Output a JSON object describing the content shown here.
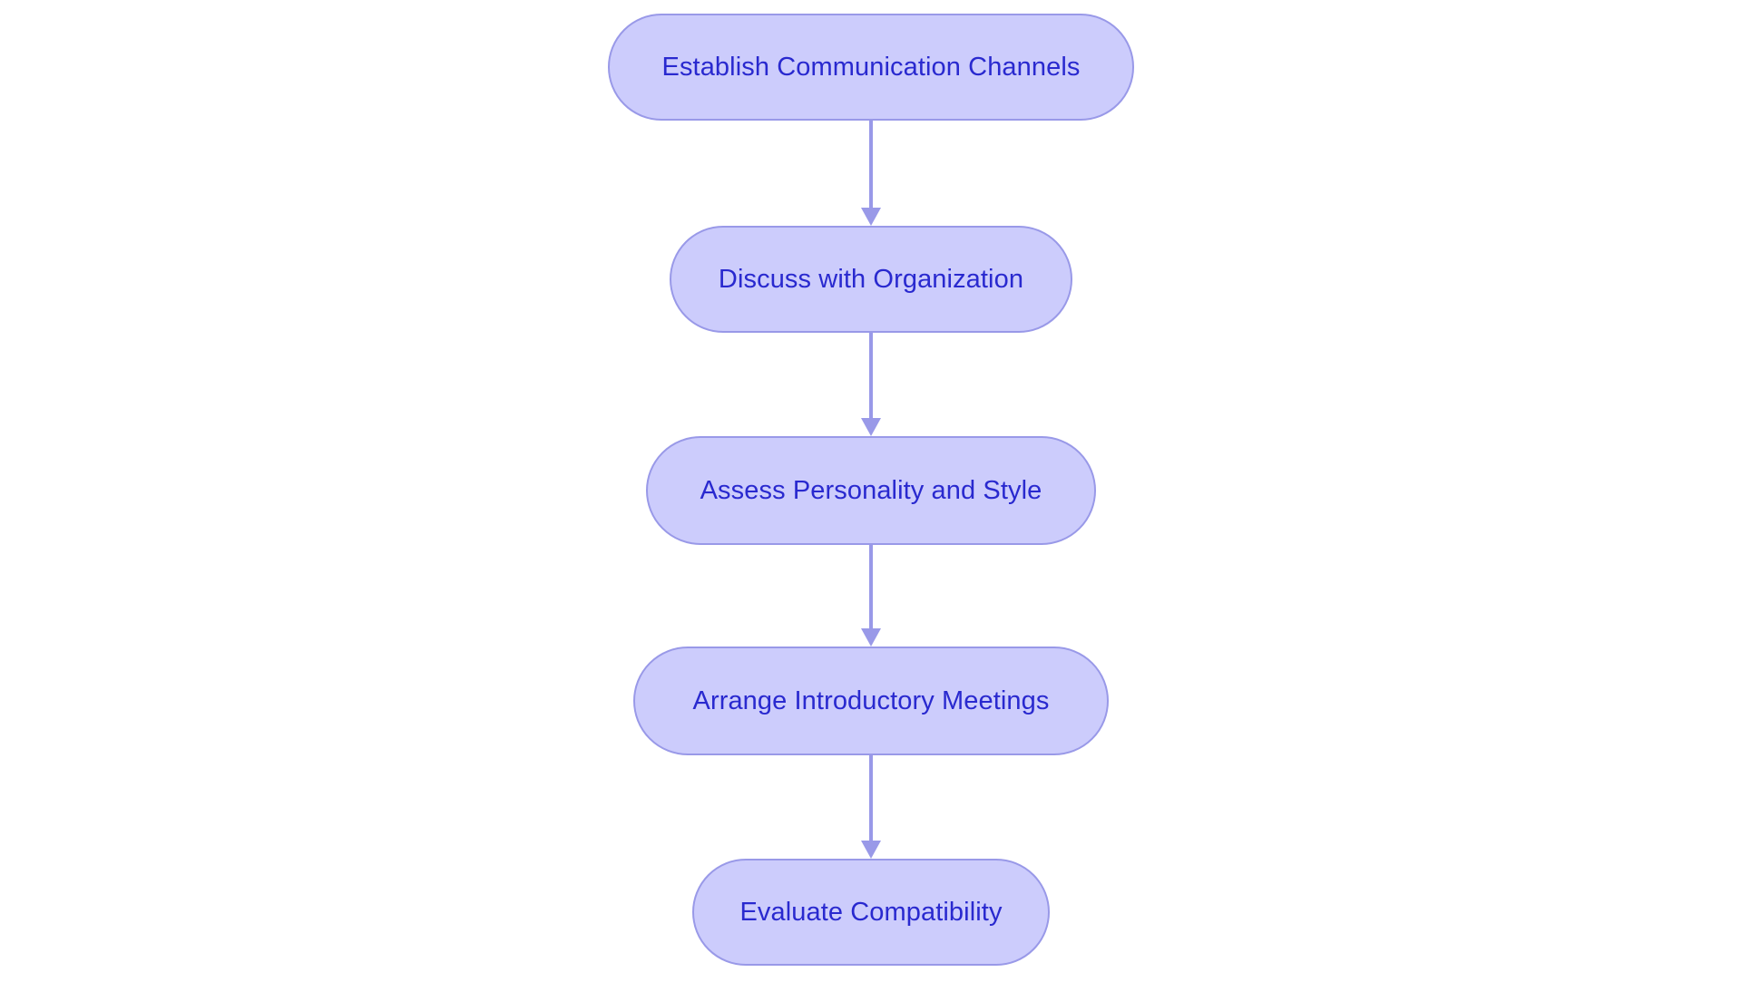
{
  "diagram": {
    "type": "flowchart",
    "orientation": "top-to-bottom",
    "title": "",
    "background_color": "#ffffff",
    "node_fill_color": "#ccccfc",
    "node_border_color": "#9999e8",
    "node_text_color": "#2929cf",
    "connector_color": "#9999e8",
    "node_shape": "stadium",
    "nodes": [
      {
        "id": "node-1",
        "label": "Establish Communication Channels"
      },
      {
        "id": "node-2",
        "label": "Discuss with Organization"
      },
      {
        "id": "node-3",
        "label": "Assess Personality and Style"
      },
      {
        "id": "node-4",
        "label": "Arrange Introductory Meetings"
      },
      {
        "id": "node-5",
        "label": "Evaluate Compatibility"
      }
    ],
    "edges": [
      {
        "id": "connector-1",
        "from": "node-1",
        "to": "node-2",
        "label": "",
        "arrow": "down"
      },
      {
        "id": "connector-2",
        "from": "node-2",
        "to": "node-3",
        "label": "",
        "arrow": "down"
      },
      {
        "id": "connector-3",
        "from": "node-3",
        "to": "node-4",
        "label": "",
        "arrow": "down"
      },
      {
        "id": "connector-4",
        "from": "node-4",
        "to": "node-5",
        "label": "",
        "arrow": "down"
      }
    ]
  }
}
